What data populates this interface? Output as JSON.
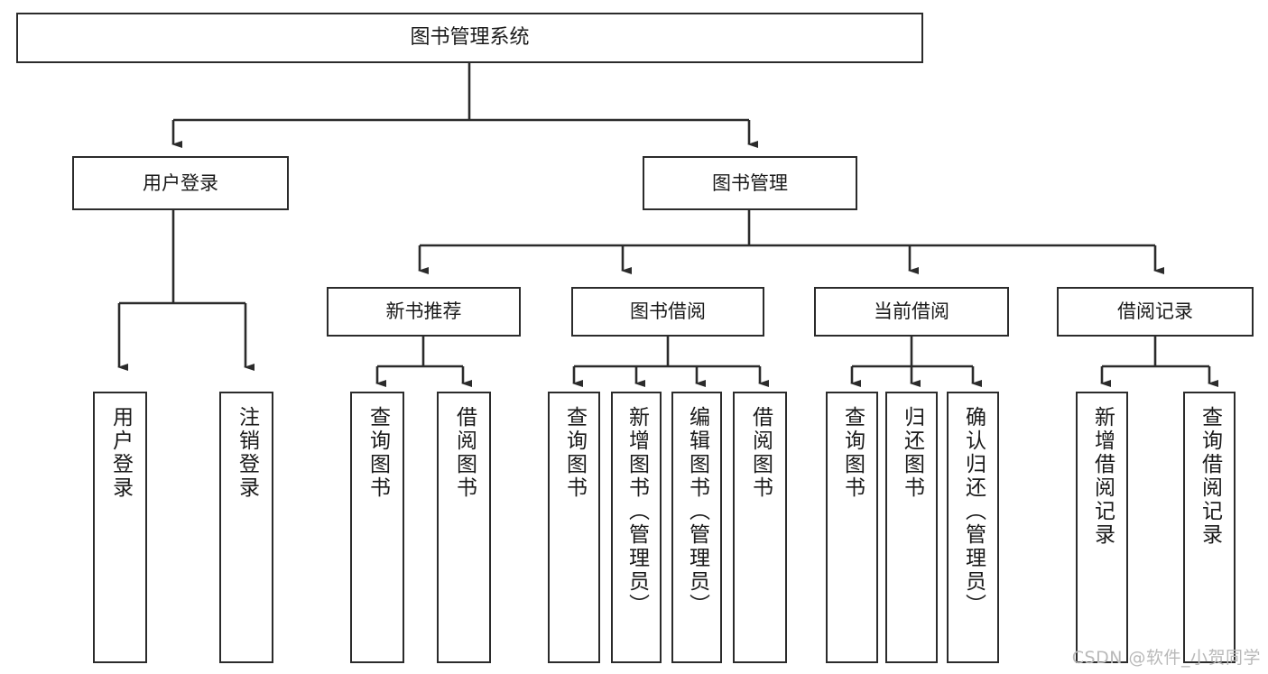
{
  "diagram": {
    "title": "图书管理系统",
    "type": "hierarchy-tree",
    "watermark": "CSDN @软件_小贺同学",
    "colors": {
      "box_border": "#2b2b2b",
      "box_fill": "#ffffff",
      "edge": "#2b2b2b",
      "text": "#1a1a1a",
      "watermark": "#b9b9b9"
    },
    "root": {
      "label": "图书管理系统"
    },
    "level2": [
      {
        "label": "用户登录"
      },
      {
        "label": "图书管理"
      }
    ],
    "level3": [
      {
        "label": "新书推荐"
      },
      {
        "label": "图书借阅"
      },
      {
        "label": "当前借阅"
      },
      {
        "label": "借阅记录"
      }
    ],
    "leaves": {
      "user_login": [
        {
          "label": "用户登录"
        },
        {
          "label": "注销登录"
        }
      ],
      "new_book_recommend": [
        {
          "label": "查询图书"
        },
        {
          "label": "借阅图书"
        }
      ],
      "book_borrow": [
        {
          "label": "查询图书"
        },
        {
          "label": "新增图书（管理员）"
        },
        {
          "label": "编辑图书（管理员）"
        },
        {
          "label": "借阅图书"
        }
      ],
      "current_borrow": [
        {
          "label": "查询图书"
        },
        {
          "label": "归还图书"
        },
        {
          "label": "确认归还（管理员）"
        }
      ],
      "borrow_record": [
        {
          "label": "新增借阅记录"
        },
        {
          "label": "查询借阅记录"
        }
      ]
    }
  }
}
